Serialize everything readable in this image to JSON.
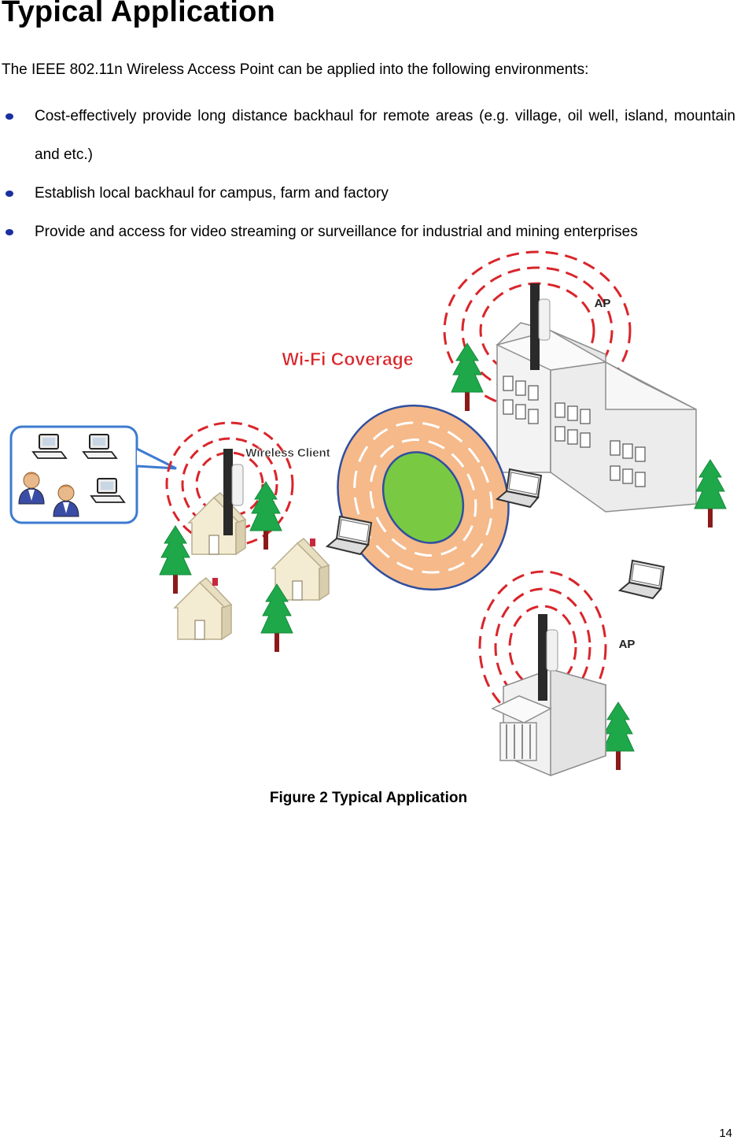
{
  "page": {
    "heading": "Typical Application",
    "intro": "The IEEE 802.11n Wireless Access Point can be applied into the following environments:",
    "bullets": [
      {
        "text": "Cost-effectively provide long distance backhaul for remote areas (e.g. village, oil well, island, mountain and etc.)"
      },
      {
        "text": "Establish local backhaul for campus, farm and factory"
      },
      {
        "text": "Provide and access for video streaming or surveillance for industrial and mining enterprises"
      }
    ],
    "bullet_color": "#1a2fa0",
    "page_number": "14"
  },
  "figure": {
    "labels": {
      "wifi_coverage": "Wi-Fi Coverage",
      "wireless_client": "Wireless Client",
      "ap_top": "AP",
      "ap_bottom": "AP"
    },
    "caption": "Figure 2 Typical Application",
    "colors": {
      "signal": "#d9252a",
      "coverage_outer": "#f5b98a",
      "coverage_inner": "#7ac943",
      "coverage_border": "#2f4fa0",
      "tree": "#1ea84a",
      "trunk": "#8b1a1a",
      "callout_border": "#3d7bd0"
    },
    "icons": [
      "antenna-icon",
      "tree-icon",
      "house-icon",
      "laptop-icon",
      "building-icon",
      "user-icon",
      "computer-icon"
    ]
  }
}
